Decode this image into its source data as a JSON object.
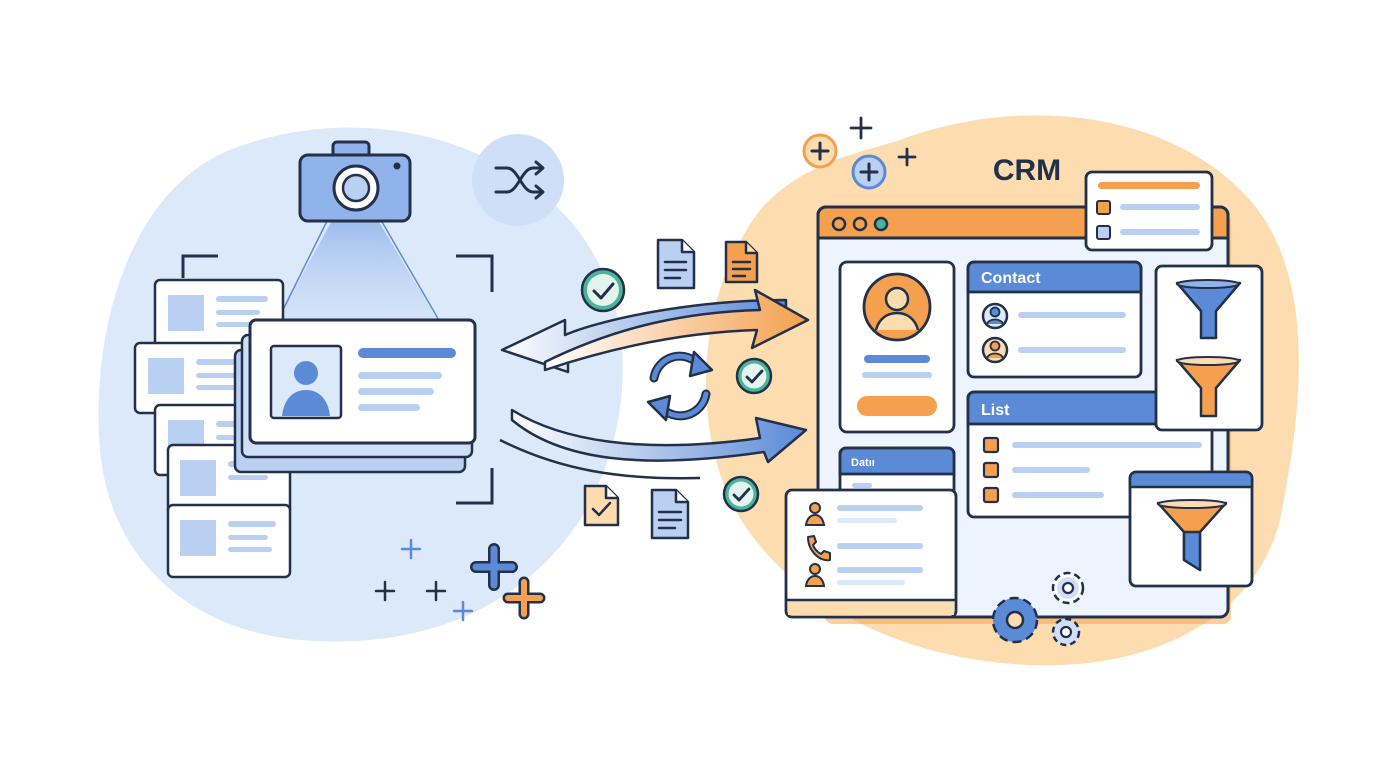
{
  "crm": {
    "title": "CRM",
    "contact_panel_title": "Contact",
    "list_panel_title": "List",
    "data_panel_title": "Datıı"
  },
  "colors": {
    "blue": "#5b8ad6",
    "light_blue": "#dce9fb",
    "orange": "#f4a04e",
    "light_orange": "#fddcb0",
    "green": "#4bb59a",
    "outline": "#22304a"
  }
}
